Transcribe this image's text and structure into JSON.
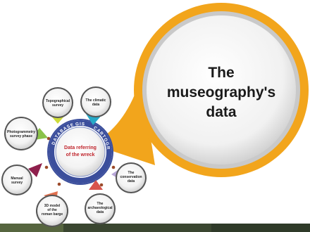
{
  "bubble": {
    "title_lines": [
      "The",
      "museography's",
      "data"
    ],
    "color": "#f2a51c"
  },
  "center": {
    "label_lines": [
      "Data referring",
      "of the wreck"
    ],
    "ring_labels": [
      "DATABASE",
      "GIS",
      "CARTOGRAPHY"
    ],
    "ring_color": "#3b4e9c",
    "text_color": "#c0262d"
  },
  "nodes": [
    {
      "key": "topographical",
      "lines": [
        "Topographical",
        "survey"
      ],
      "color": "#cddc39"
    },
    {
      "key": "climatic",
      "lines": [
        "The climatic",
        "data"
      ],
      "color": "#26a9c8"
    },
    {
      "key": "photogrammetry",
      "lines": [
        "Photogrammetry",
        "survey phase"
      ],
      "color": "#8bc34a"
    },
    {
      "key": "conservation",
      "lines": [
        "The",
        "conservation",
        "data"
      ],
      "color": "#b8a7d8"
    },
    {
      "key": "manual",
      "lines": [
        "Manual",
        "survey"
      ],
      "color": "#8e1f4c"
    },
    {
      "key": "archaeological",
      "lines": [
        "The",
        "archaeological",
        "data"
      ],
      "color": "#d9544d"
    },
    {
      "key": "model3d",
      "lines": [
        "3D model",
        "of the",
        "roman barge"
      ],
      "color": "#e0704f"
    }
  ]
}
